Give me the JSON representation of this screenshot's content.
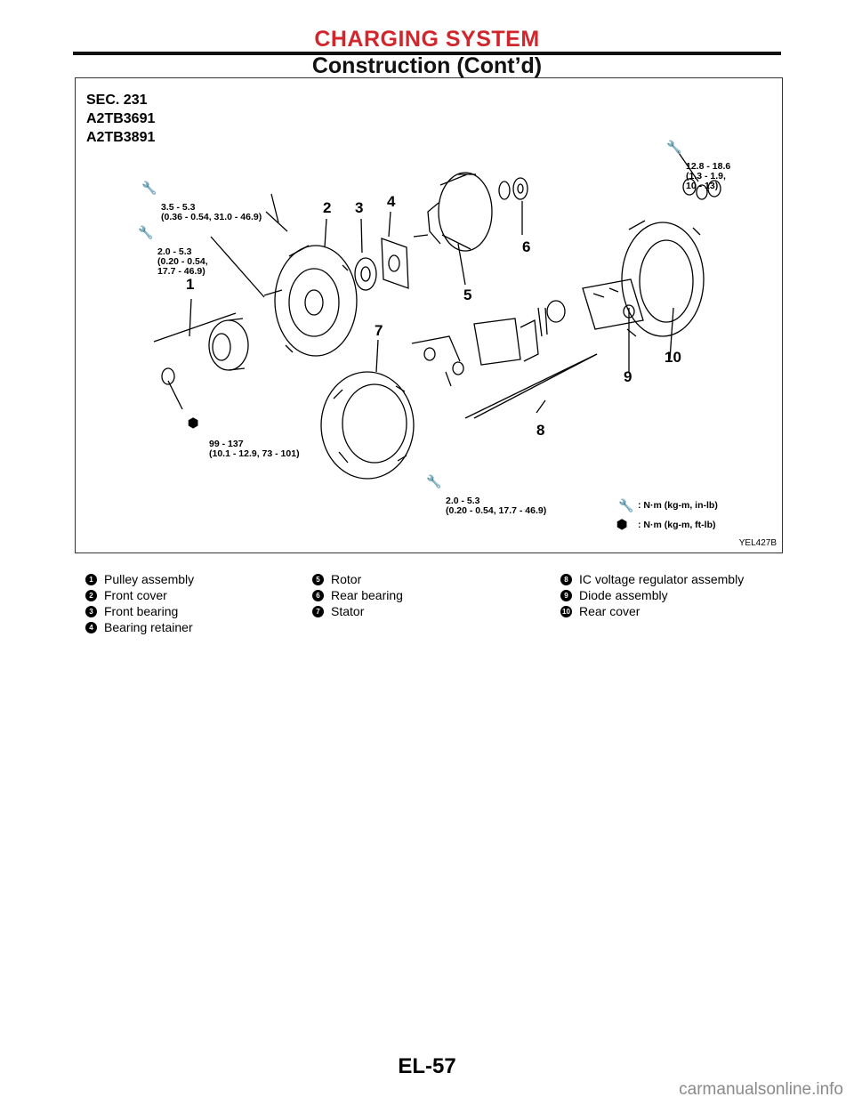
{
  "header": {
    "section": "CHARGING SYSTEM",
    "subtitle": "Construction (Cont’d)"
  },
  "figure": {
    "sec_lines": [
      "SEC. 231",
      "A2TB3691",
      "A2TB3891"
    ],
    "torques": [
      {
        "text": "12.8 - 18.6\n(1.3 - 1.9,\n10 - 13)",
        "icon": "wrench-icon"
      },
      {
        "text": "3.5 - 5.3\n(0.36 - 0.54, 31.0 - 46.9)",
        "icon": "wrench-icon"
      },
      {
        "text": "2.0 - 5.3\n(0.20 - 0.54,\n17.7 - 46.9)",
        "icon": "wrench-icon"
      },
      {
        "text": "99 - 137\n(10.1 - 12.9, 73 - 101)",
        "icon": "socket-icon"
      },
      {
        "text": "2.0 - 5.3\n(0.20 - 0.54, 17.7 - 46.9)",
        "icon": "wrench-icon"
      }
    ],
    "legend": [
      {
        "text": ": N·m (kg-m, in-lb)",
        "icon": "wrench-icon"
      },
      {
        "text": ": N·m (kg-m, ft-lb)",
        "icon": "socket-icon"
      }
    ],
    "callouts": [
      "1",
      "2",
      "3",
      "4",
      "5",
      "6",
      "7",
      "8",
      "9",
      "10"
    ],
    "figure_id": "YEL427B"
  },
  "components": [
    {
      "num": "1",
      "label": "Pulley assembly"
    },
    {
      "num": "2",
      "label": "Front cover"
    },
    {
      "num": "3",
      "label": "Front bearing"
    },
    {
      "num": "4",
      "label": "Bearing retainer"
    },
    {
      "num": "5",
      "label": "Rotor"
    },
    {
      "num": "6",
      "label": "Rear bearing"
    },
    {
      "num": "7",
      "label": "Stator"
    },
    {
      "num": "8",
      "label": "IC voltage regulator assembly"
    },
    {
      "num": "9",
      "label": "Diode assembly"
    },
    {
      "num": "10",
      "label": "Rear cover"
    }
  ],
  "footer": {
    "page_code": "EL-57",
    "watermark": "carmanualsonline.info"
  }
}
